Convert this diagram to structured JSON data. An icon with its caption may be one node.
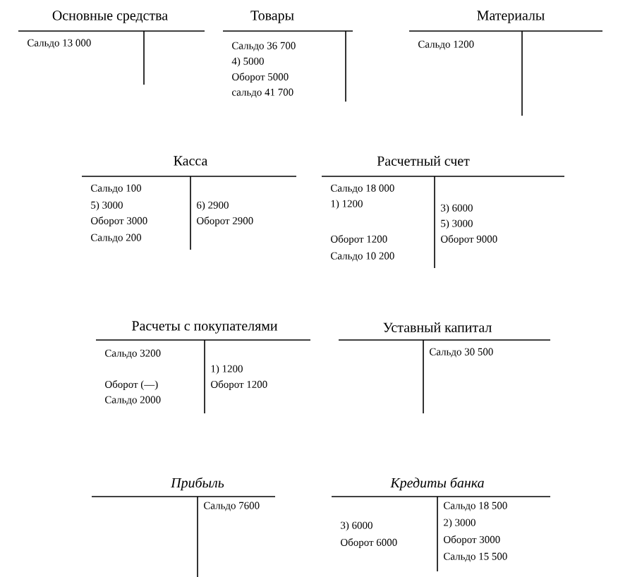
{
  "diagram": {
    "nodes": [
      {
        "text": [
          "Основные средства",
          "Сальдо 13 000"
        ]
      },
      {
        "text": [
          "Товары",
          "Сальдо 36 700",
          "4) 5000",
          "Оборот 5000",
          "сальдо 41 700"
        ]
      },
      {
        "text": [
          "Материалы",
          "Сальдо 1200"
        ]
      },
      {
        "text": [
          "Касса",
          "Сальдо 100",
          "5) 3000",
          "Оборот 3000",
          "Сальдо 200",
          "6) 2900",
          "Оборот 2900"
        ]
      },
      {
        "text": [
          "Расчетный счет",
          "Сальдо 18 000",
          "1) 1200",
          "Оборот 1200",
          "Сальдо 10 200",
          "3) 6000",
          "5) 3000",
          "Оборот 9000"
        ]
      },
      {
        "text": [
          "Расчеты с покупателями",
          "Сальдо 3200",
          "Оборот (—)",
          "Сальдо 2000",
          "1) 1200",
          "Оборот 1200"
        ]
      },
      {
        "text": [
          "Уставный капитал",
          "Сальдо 30 500"
        ]
      },
      {
        "text": [
          "Прибыль",
          "Сальдо 7600"
        ]
      },
      {
        "text": [
          "Кредиты банка",
          "3) 6000",
          "Оборот 6000",
          "Сальдо 18 500",
          "2) 3000",
          "Оборот 3000",
          "Сальдо 15 500"
        ]
      }
    ]
  }
}
